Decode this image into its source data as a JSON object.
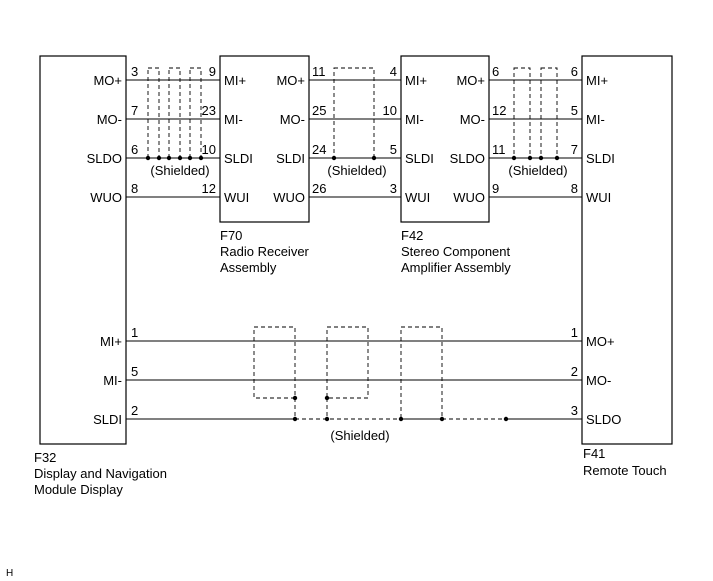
{
  "components": {
    "f32": {
      "code": "F32",
      "name_line1": "Display and Navigation",
      "name_line2": "Module Display",
      "pins": [
        {
          "label": "MO+",
          "num": "3"
        },
        {
          "label": "MO-",
          "num": "7"
        },
        {
          "label": "SLDO",
          "num": "6"
        },
        {
          "label": "WUO",
          "num": "8"
        },
        {
          "label": "MI+",
          "num": "1"
        },
        {
          "label": "MI-",
          "num": "5"
        },
        {
          "label": "SLDI",
          "num": "2"
        }
      ]
    },
    "f70": {
      "code": "F70",
      "name_line1": "Radio Receiver",
      "name_line2": "Assembly",
      "left_pins": [
        {
          "label": "MI+",
          "num": "9"
        },
        {
          "label": "MI-",
          "num": "23"
        },
        {
          "label": "SLDI",
          "num": "10"
        },
        {
          "label": "WUI",
          "num": "12"
        }
      ],
      "right_pins": [
        {
          "label": "MO+",
          "num": "11"
        },
        {
          "label": "MO-",
          "num": "25"
        },
        {
          "label": "SLDI",
          "num": "24"
        },
        {
          "label": "WUO",
          "num": "26"
        }
      ]
    },
    "f42": {
      "code": "F42",
      "name_line1": "Stereo Component",
      "name_line2": "Amplifier Assembly",
      "left_pins": [
        {
          "label": "MI+",
          "num": "4"
        },
        {
          "label": "MI-",
          "num": "10"
        },
        {
          "label": "SLDI",
          "num": "5"
        },
        {
          "label": "WUI",
          "num": "3"
        }
      ],
      "right_pins": [
        {
          "label": "MO+",
          "num": "6"
        },
        {
          "label": "MO-",
          "num": "12"
        },
        {
          "label": "SLDO",
          "num": "11"
        },
        {
          "label": "WUO",
          "num": "9"
        }
      ]
    },
    "f41": {
      "code": "F41",
      "name_line1": "Remote Touch",
      "pins": [
        {
          "label": "MI+",
          "num": "6"
        },
        {
          "label": "MI-",
          "num": "5"
        },
        {
          "label": "SLDI",
          "num": "7"
        },
        {
          "label": "WUI",
          "num": "8"
        },
        {
          "label": "MO+",
          "num": "1"
        },
        {
          "label": "MO-",
          "num": "2"
        },
        {
          "label": "SLDO",
          "num": "3"
        }
      ]
    }
  },
  "shield_label": "(Shielded)",
  "corner_mark": "H"
}
